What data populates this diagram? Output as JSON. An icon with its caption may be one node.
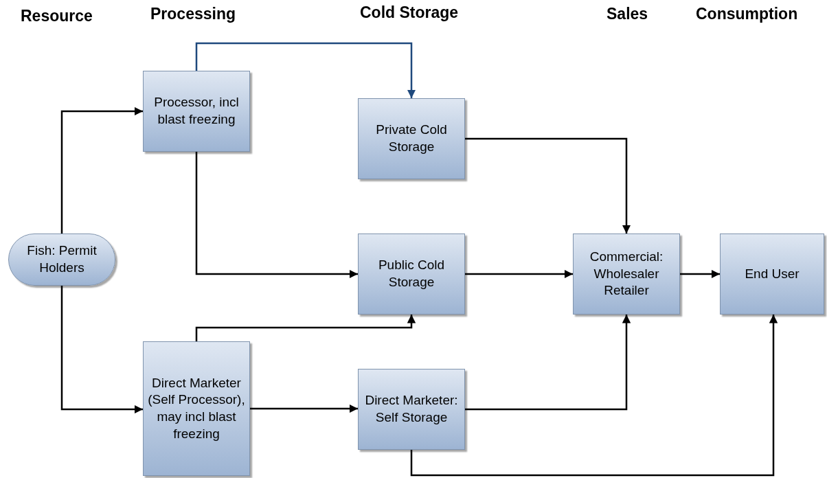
{
  "diagram": {
    "nodes": [
      {
        "text": [
          "Fish: Permit Holders"
        ]
      },
      {
        "text": [
          "Processor, incl blast freezing"
        ]
      },
      {
        "text": [
          "Private Cold Storage"
        ]
      },
      {
        "text": [
          "Public Cold Storage"
        ]
      },
      {
        "text": [
          "Commercial: Wholesaler Retailer"
        ]
      },
      {
        "text": [
          "End User"
        ]
      },
      {
        "text": [
          "Direct Marketer (Self Processor), may incl blast freezing"
        ]
      },
      {
        "text": [
          "Direct Marketer: Self Storage"
        ]
      }
    ],
    "edges": [
      {
        "from": 0,
        "to": 1,
        "arrow": "to"
      },
      {
        "from": 0,
        "to": 6,
        "arrow": "to"
      },
      {
        "from": 1,
        "to": 2,
        "arrow": "to",
        "color": "#1f497d"
      },
      {
        "from": 1,
        "to": 3,
        "arrow": "to"
      },
      {
        "from": 2,
        "to": 4,
        "arrow": "to"
      },
      {
        "from": 3,
        "to": 4,
        "arrow": "to"
      },
      {
        "from": 4,
        "to": 5,
        "arrow": "to"
      },
      {
        "from": 6,
        "to": 3,
        "arrow": "to"
      },
      {
        "from": 6,
        "to": 7,
        "arrow": "to"
      },
      {
        "from": 7,
        "to": 4,
        "arrow": "to"
      },
      {
        "from": 7,
        "to": 5,
        "arrow": "to"
      }
    ],
    "labels": [
      "Resource",
      "Processing",
      "Cold Storage",
      "Sales",
      "Consumption"
    ]
  }
}
